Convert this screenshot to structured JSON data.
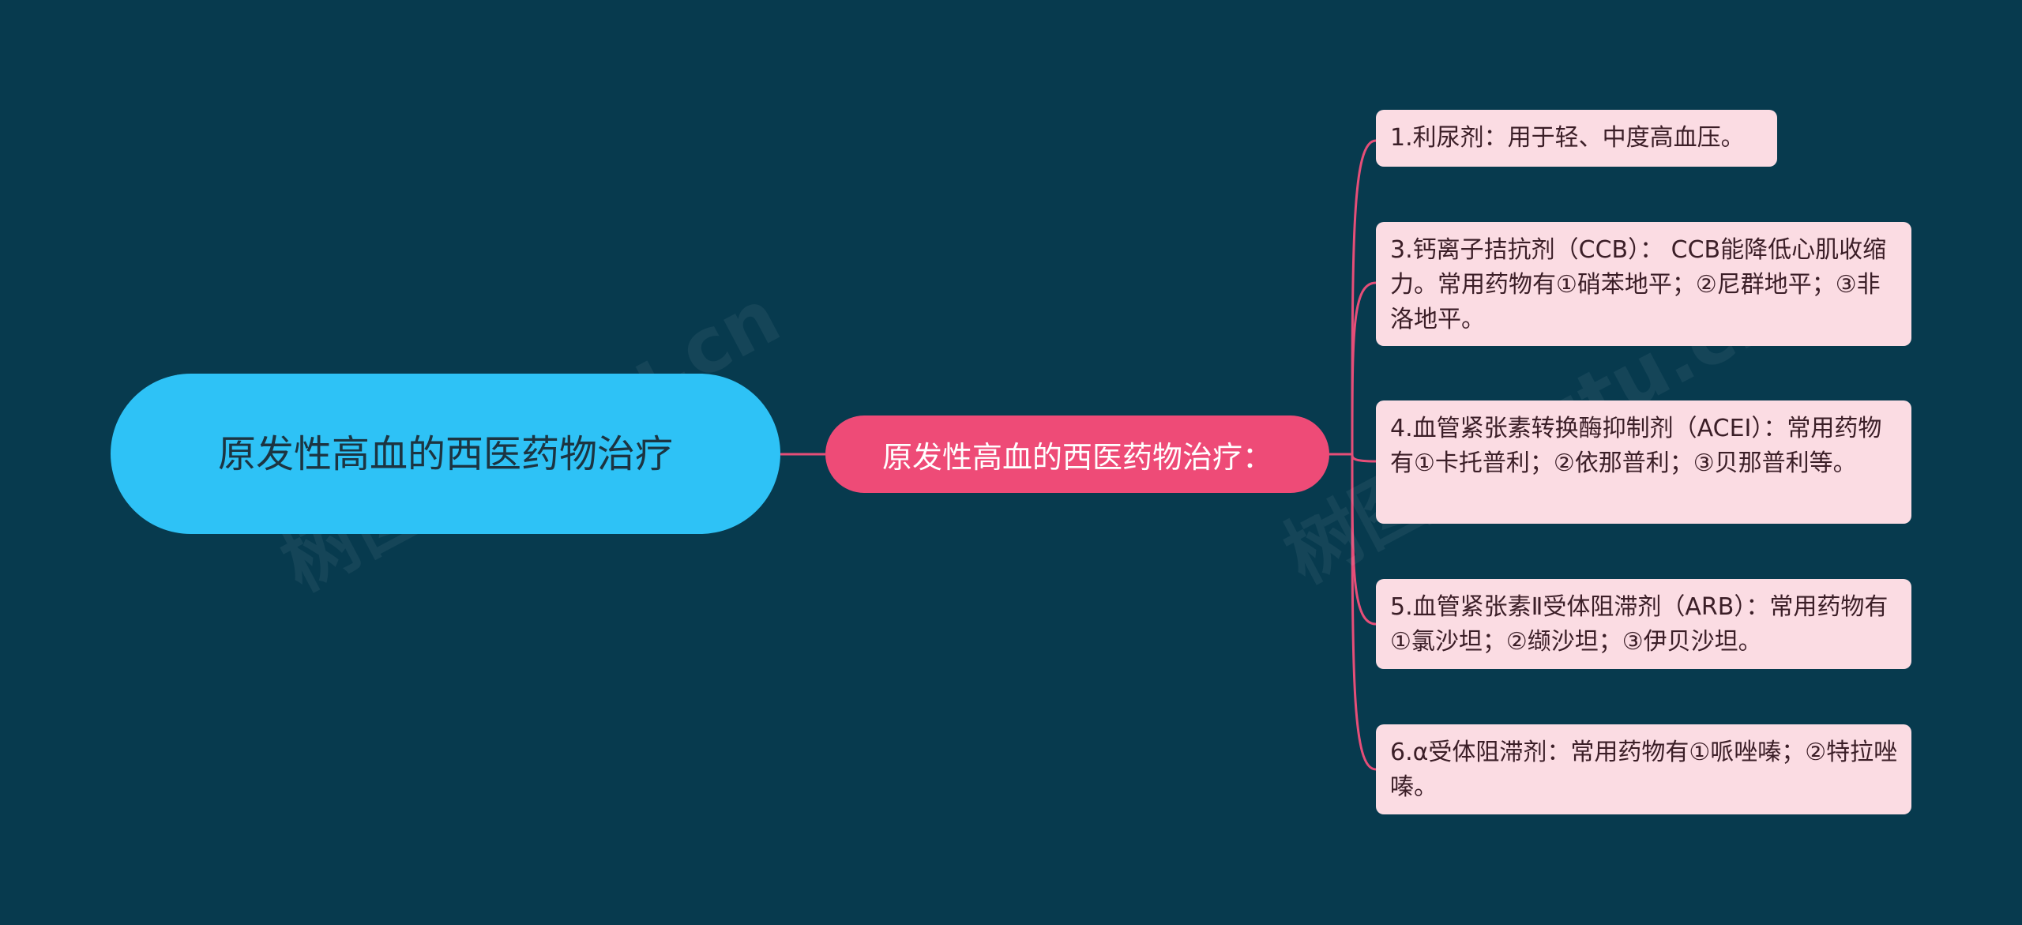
{
  "root": {
    "label": "原发性高血的西医药物治疗"
  },
  "branch": {
    "label": "原发性高血的西医药物治疗："
  },
  "leaves": [
    {
      "text": "1.利尿剂：用于轻、中度高血压。"
    },
    {
      "text": "3.钙离子拮抗剂（CCB）： CCB能降低心肌收缩力。常用药物有①硝苯地平；②尼群地平；③非洛地平。"
    },
    {
      "text": "4.血管紧张素转换酶抑制剂（ACEI）：常用药物有①卡托普利；②依那普利；③贝那普利等。"
    },
    {
      "text": "5.血管紧张素Ⅱ受体阻滞剂（ARB）：常用药物有①氯沙坦；②缬沙坦；③伊贝沙坦。"
    },
    {
      "text": "6.α受体阻滞剂：常用药物有①哌唑嗪；②特拉唑嗪。"
    }
  ],
  "watermark": {
    "text": "树图 shutu.cn"
  },
  "colors": {
    "background": "#073a4e",
    "root": "#2ec2f6",
    "branch": "#ee4b77",
    "leaf": "#fbdce3",
    "connector": "#e64e78"
  }
}
